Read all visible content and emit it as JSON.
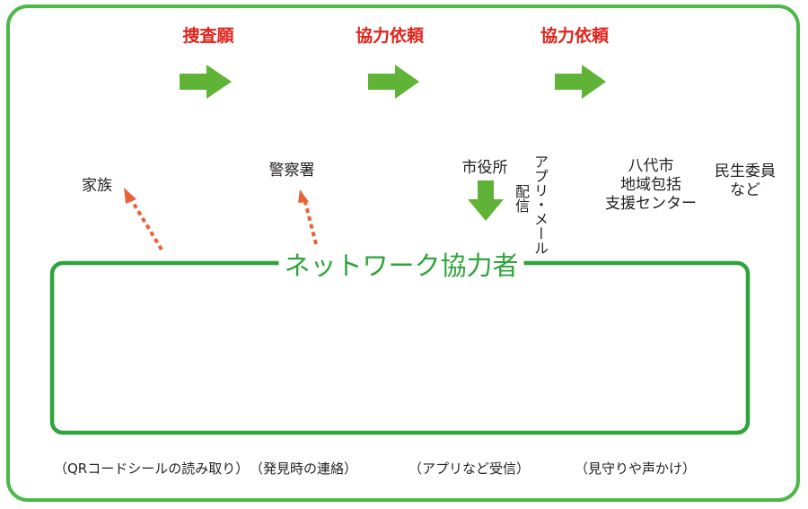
{
  "flow_labels": [
    "捜査願",
    "協力依頼",
    "協力依頼"
  ],
  "actors": {
    "family": "家族",
    "police": "警察署",
    "city_hall": "市役所",
    "app_mail": "アプリ・メール",
    "delivery": "配信",
    "center_line1": "八代市",
    "center_line2": "地域包括",
    "center_line3": "支援センター",
    "welfare_line1": "民生委員",
    "welfare_line2": "など"
  },
  "network_title": "ネットワーク協力者",
  "roles": [
    "（QRコードシールの読み取り）",
    "（発見時の連絡）",
    "（アプリなど受信）",
    "（見守りや声かけ）"
  ],
  "colors": {
    "outer": "#4cb848",
    "inner": "#2ea43a",
    "arrow": "#5fb336",
    "red": "#e0231b",
    "dashed": "#e8623a"
  }
}
